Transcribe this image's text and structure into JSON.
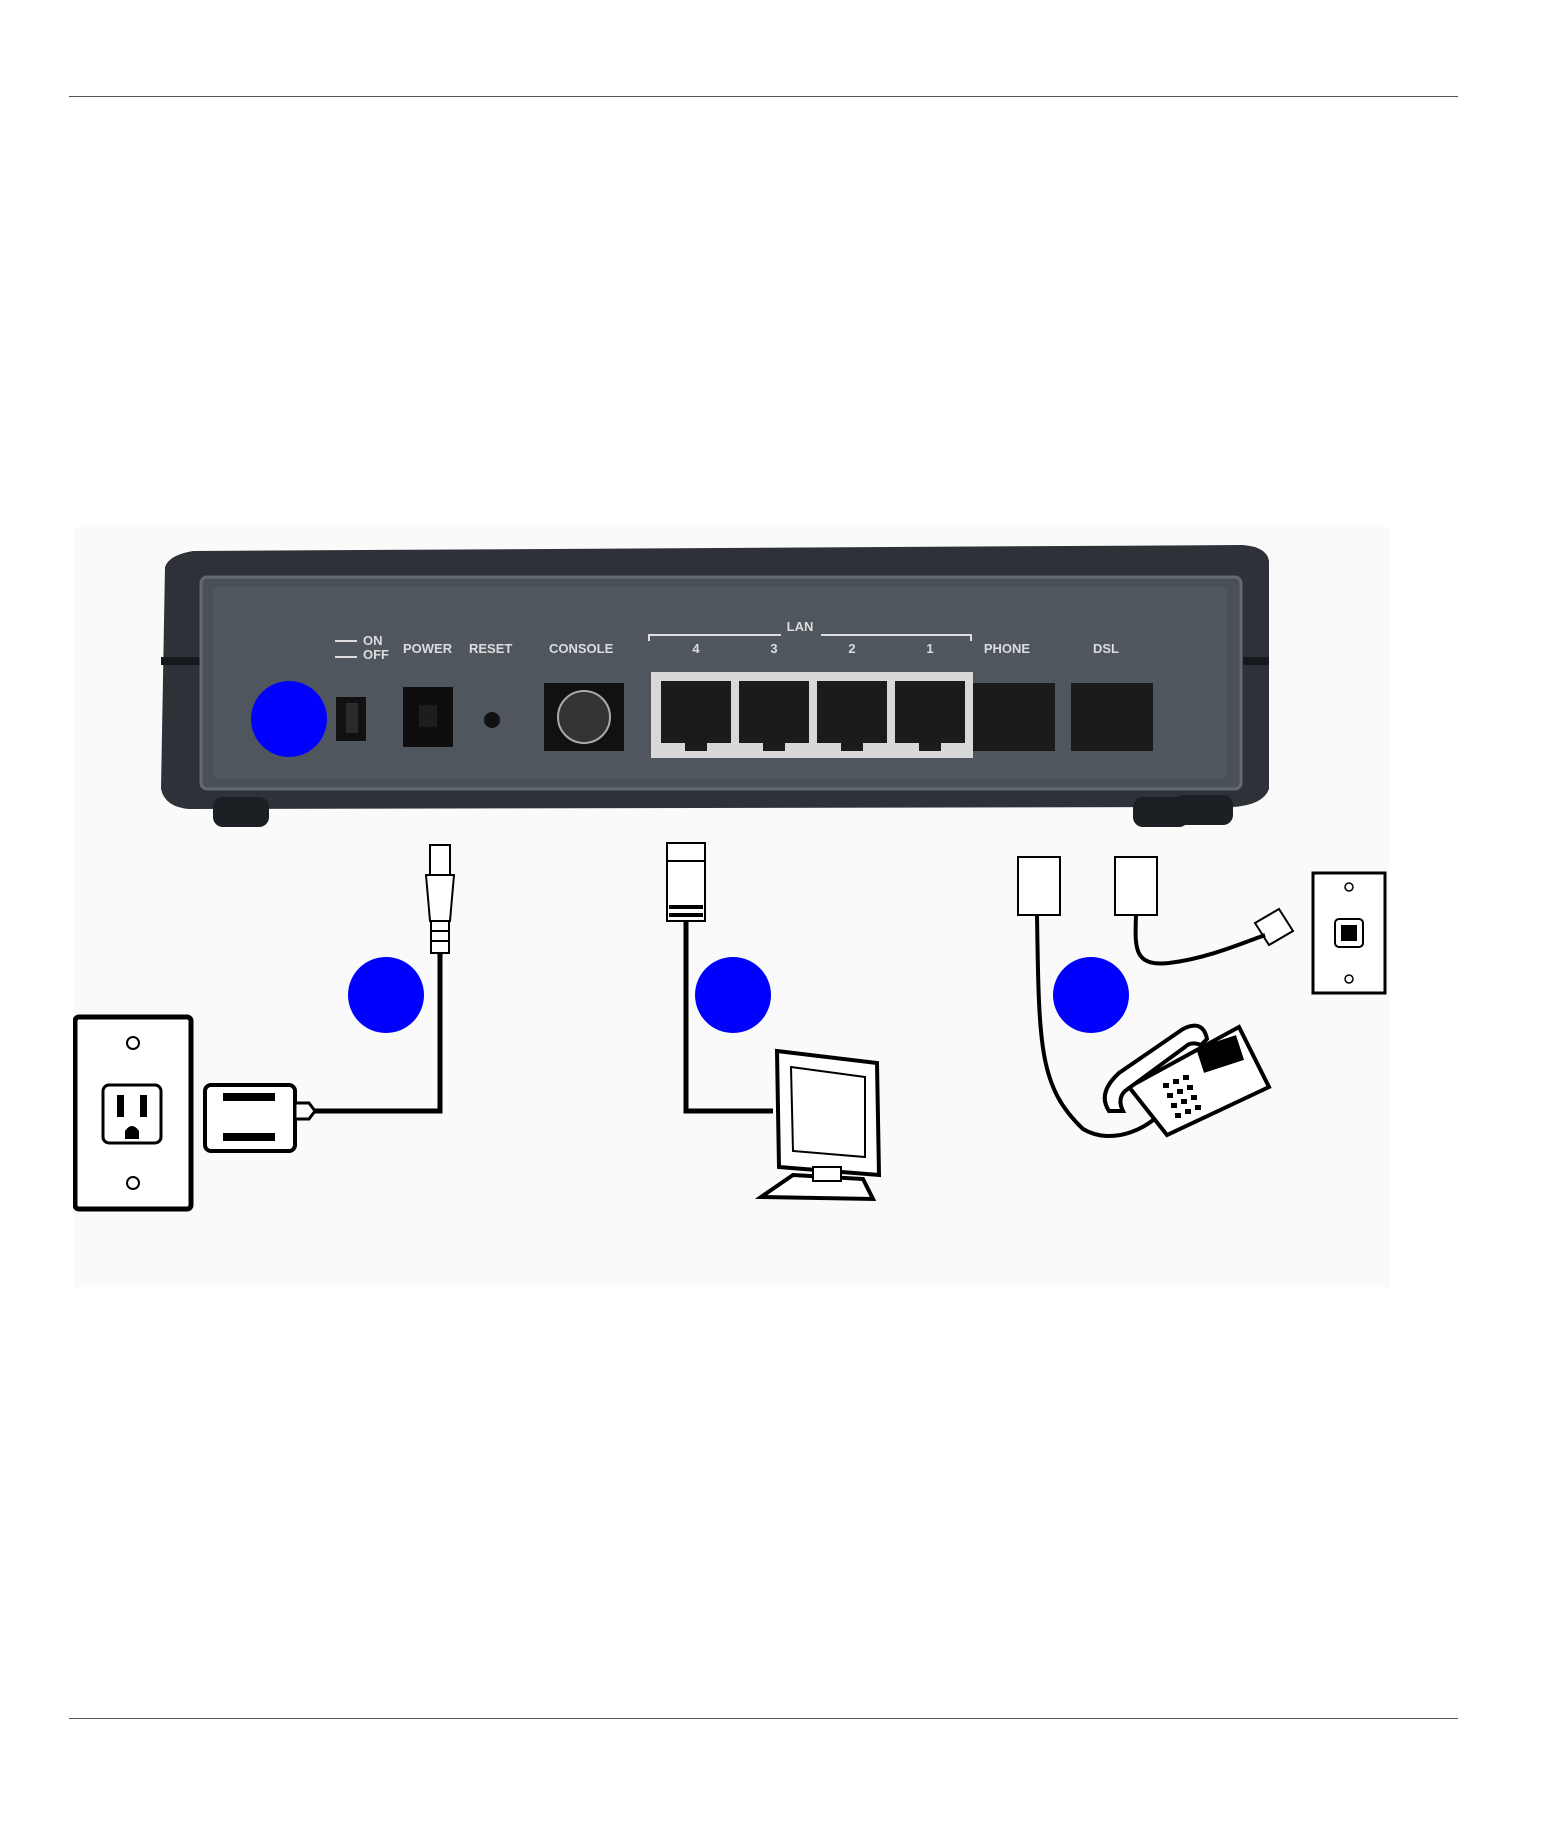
{
  "figure": {
    "panel_labels": {
      "switch_on": "ON",
      "switch_off": "OFF",
      "power": "POWER",
      "reset": "RESET",
      "console": "CONSOLE",
      "lan": "LAN",
      "lan_ports": [
        "4",
        "3",
        "2",
        "1"
      ],
      "phone": "PHONE",
      "dsl": "DSL"
    },
    "callout_color": "#0000ff",
    "icons": [
      "router-back-panel-icon",
      "wall-outlet-icon",
      "power-adapter-icon",
      "computer-monitor-icon",
      "telephone-icon",
      "phone-wall-jack-icon"
    ]
  }
}
